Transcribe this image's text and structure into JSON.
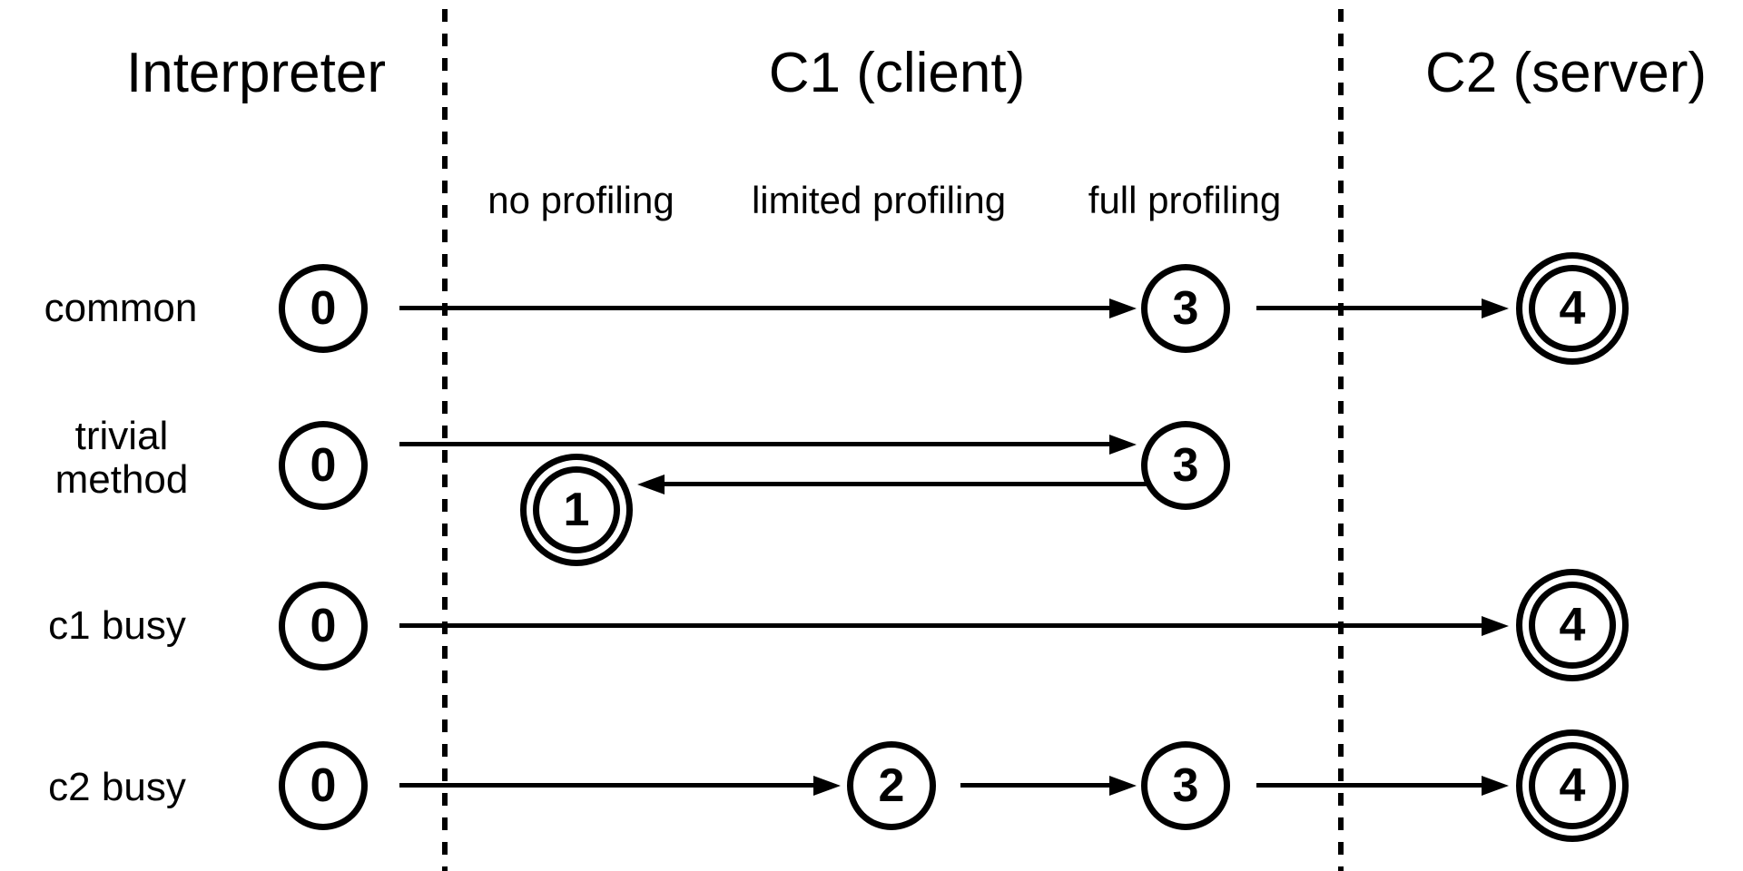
{
  "header": {
    "interpreter": "Interpreter",
    "c1": "C1 (client)",
    "c2": "C2 (server)"
  },
  "c1_profiling_levels": {
    "none": "no profiling",
    "limited": "limited profiling",
    "full": "full profiling"
  },
  "rows": {
    "common": {
      "label": "common",
      "tier0": "0",
      "tier3": "3",
      "tier4": "4"
    },
    "trivial": {
      "label_line1": "trivial",
      "label_line2": "method",
      "tier0": "0",
      "tier3": "3",
      "tier1": "1"
    },
    "c1_busy": {
      "label": "c1 busy",
      "tier0": "0",
      "tier4": "4"
    },
    "c2_busy": {
      "label": "c2 busy",
      "tier0": "0",
      "tier2": "2",
      "tier3": "3",
      "tier4": "4"
    }
  },
  "colors": {
    "ink": "#000000",
    "background": "#ffffff"
  }
}
